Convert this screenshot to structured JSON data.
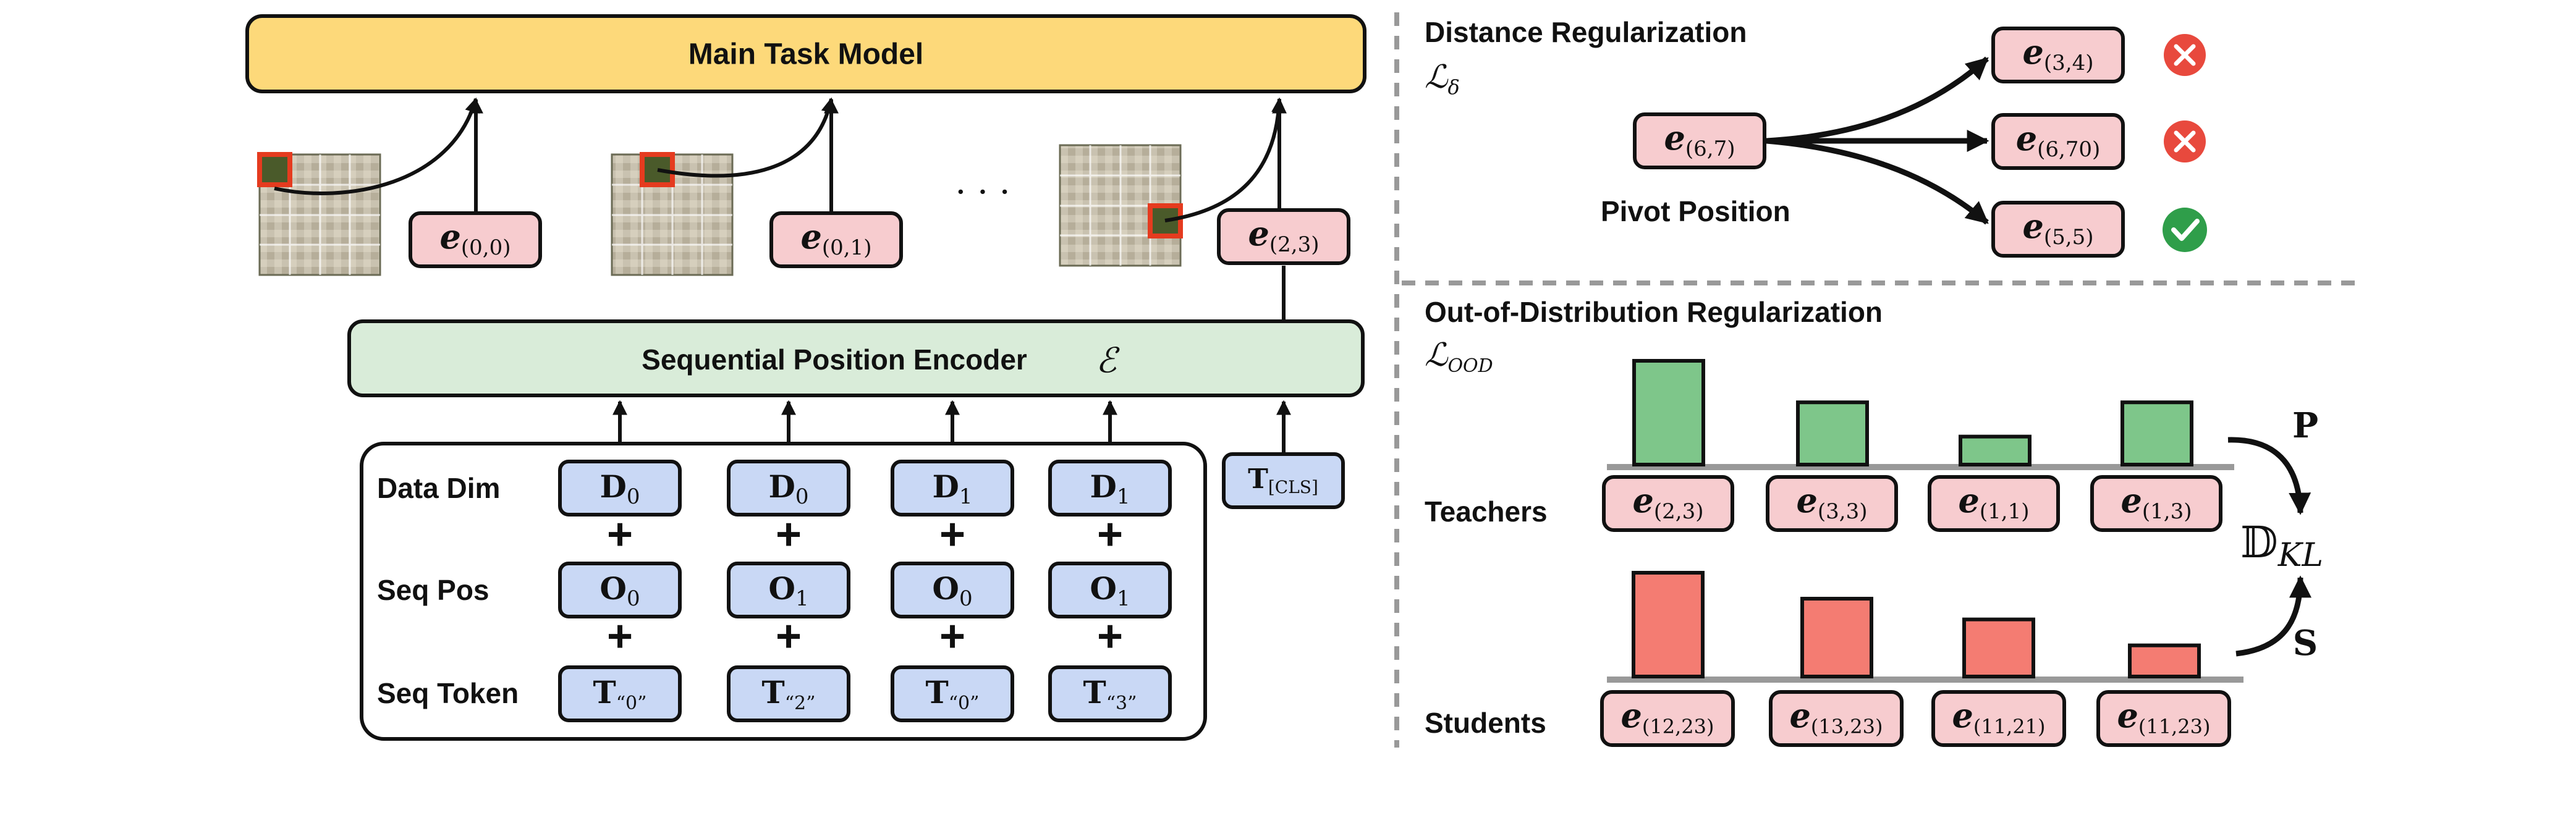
{
  "left": {
    "main_task_model": "Main Task Model",
    "ellipsis": "· · ·",
    "encoder": {
      "label": "Sequential Position Encoder",
      "symbol": "ℰ"
    },
    "embeddings": [
      {
        "sub": "(0,0)"
      },
      {
        "sub": "(0,1)"
      },
      {
        "sub": "(2,3)"
      }
    ],
    "row_labels": {
      "data_dim": "Data Dim",
      "seq_pos": "Seq Pos",
      "seq_token": "Seq Token"
    },
    "data_dim": [
      {
        "base": "D",
        "sub": "0"
      },
      {
        "base": "D",
        "sub": "0"
      },
      {
        "base": "D",
        "sub": "1"
      },
      {
        "base": "D",
        "sub": "1"
      }
    ],
    "seq_pos": [
      {
        "base": "O",
        "sub": "0"
      },
      {
        "base": "O",
        "sub": "1"
      },
      {
        "base": "O",
        "sub": "0"
      },
      {
        "base": "O",
        "sub": "1"
      }
    ],
    "seq_token": [
      {
        "base": "T",
        "sub": "“0”"
      },
      {
        "base": "T",
        "sub": "“2”"
      },
      {
        "base": "T",
        "sub": "“0”"
      },
      {
        "base": "T",
        "sub": "“3”"
      }
    ],
    "cls_token": {
      "base": "T",
      "sub": "[CLS]"
    },
    "plus": "+"
  },
  "distance": {
    "title": "Distance Regularization",
    "loss": {
      "base": "ℒ",
      "sub": "δ"
    },
    "pivot": {
      "sub": "(6,7)"
    },
    "pivot_label": "Pivot Position",
    "targets": [
      {
        "sub": "(3,4)",
        "status": "wrong"
      },
      {
        "sub": "(6,70)",
        "status": "wrong"
      },
      {
        "sub": "(5,5)",
        "status": "correct"
      }
    ],
    "colors": {
      "wrong": "#e8493d",
      "correct": "#2f9e4a"
    }
  },
  "ood": {
    "title": "Out-of-Distribution Regularization",
    "loss": {
      "base": "ℒ",
      "sub": "OOD"
    },
    "teachers_label": "Teachers",
    "students_label": "Students",
    "teachers": [
      {
        "sub": "(2,3)"
      },
      {
        "sub": "(3,3)"
      },
      {
        "sub": "(1,1)"
      },
      {
        "sub": "(1,3)"
      }
    ],
    "students": [
      {
        "sub": "(12,23)"
      },
      {
        "sub": "(13,23)"
      },
      {
        "sub": "(11,21)"
      },
      {
        "sub": "(11,23)"
      }
    ],
    "p": "P",
    "s": "S",
    "dkl": {
      "base": "𝔻",
      "sub": "KL"
    },
    "chart_data": [
      {
        "type": "bar",
        "name": "teachers",
        "values": [
          1.0,
          0.6,
          0.27,
          0.6
        ],
        "color": "#7ec68a"
      },
      {
        "type": "bar",
        "name": "students",
        "values": [
          1.0,
          0.75,
          0.55,
          0.3
        ],
        "color": "#f47c72"
      }
    ]
  },
  "colors": {
    "main_task_fill": "#fdd97a",
    "encoder_fill": "#d9ecd9",
    "token_fill": "#c9d8f5",
    "embedding_fill": "#f7cccf",
    "grid_highlight": "#e53b1f",
    "divider": "#999999"
  }
}
